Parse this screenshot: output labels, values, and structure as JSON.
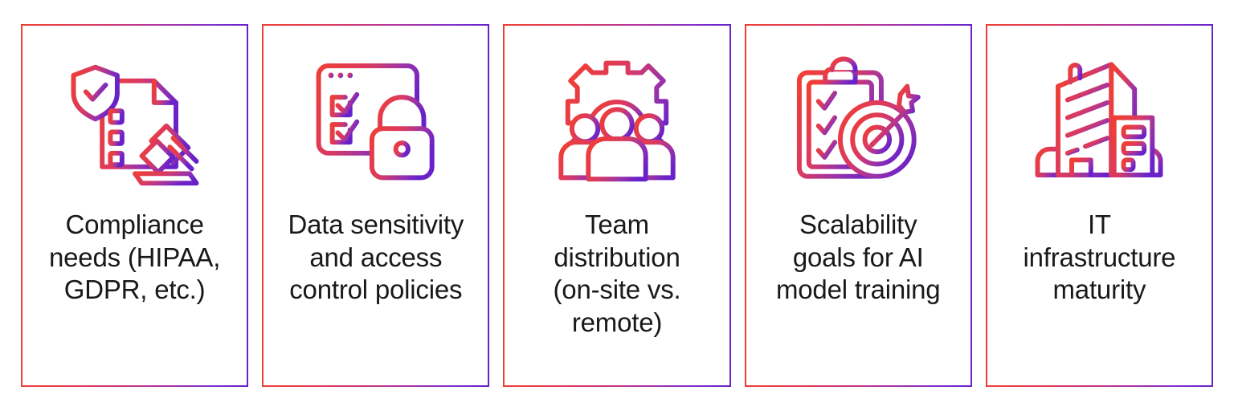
{
  "theme": {
    "gradient_start": "#ef3e36",
    "gradient_mid": "#b5359a",
    "gradient_end": "#6922c9",
    "background": "#ffffff",
    "text_color": "#191919"
  },
  "cards": [
    {
      "id": "compliance-needs",
      "icon": "document-shield-gavel-icon",
      "label": "Compliance\nneeds (HIPAA,\nGDPR, etc.)"
    },
    {
      "id": "data-sensitivity",
      "icon": "browser-checklist-lock-icon",
      "label": "Data sensitivity\nand access\ncontrol policies"
    },
    {
      "id": "team-distribution",
      "icon": "gear-team-people-icon",
      "label": "Team\ndistribution\n(on-site vs.\nremote)"
    },
    {
      "id": "scalability-goals",
      "icon": "clipboard-target-arrow-icon",
      "label": "Scalability\ngoals for AI\nmodel training"
    },
    {
      "id": "it-infrastructure",
      "icon": "office-buildings-icon",
      "label": "IT\ninfrastructure\nmaturity"
    }
  ]
}
